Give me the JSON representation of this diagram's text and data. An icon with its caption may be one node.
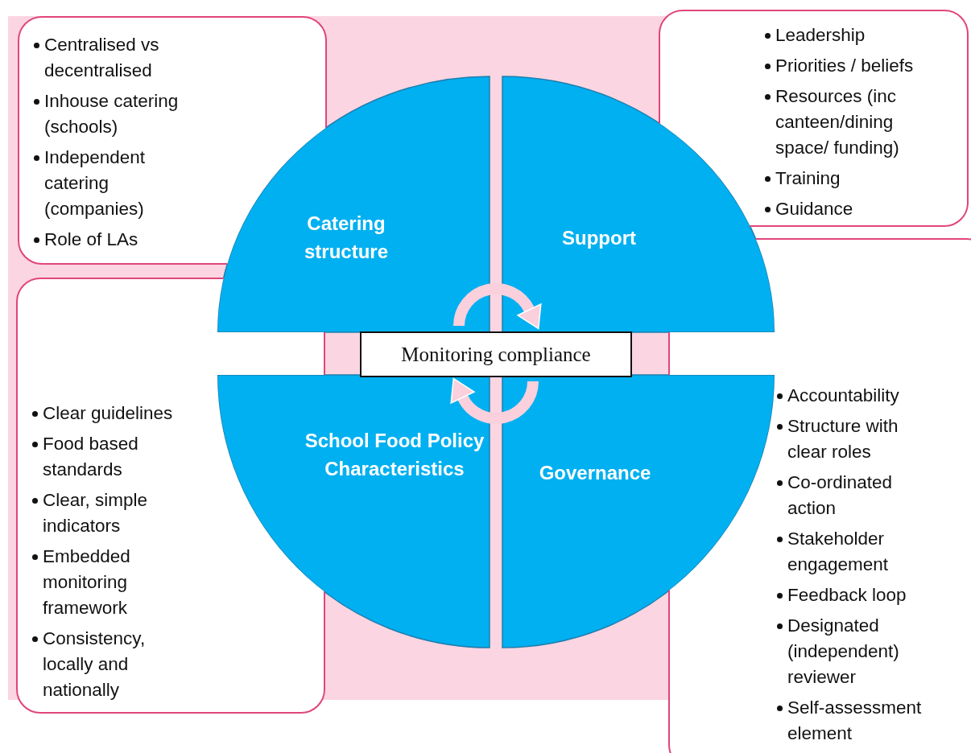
{
  "diagram": {
    "nodes": [
      {
        "text": [
          "Catering structure"
        ]
      },
      {
        "text": [
          "Support"
        ]
      },
      {
        "text": [
          "Monitoring compliance"
        ]
      },
      {
        "text": [
          "School Food Policy Characteristics"
        ]
      },
      {
        "text": [
          "Governance"
        ]
      },
      {
        "text": [
          "Centralised vs decentralised",
          "Inhouse catering (schools)",
          "Independent catering (companies)",
          "Role of LAs"
        ]
      },
      {
        "text": [
          "Leadership",
          "Priorities / beliefs",
          "Resources (inc canteen/dining space/ funding)",
          "Training",
          "Guidance"
        ]
      },
      {
        "text": [
          "Clear guidelines",
          "Food based standards",
          "Clear, simple indicators",
          "Embedded monitoring framework",
          "Consistency, locally and nationally"
        ]
      },
      {
        "text": [
          "Accountability",
          "Structure with clear roles",
          "Co-ordinated action",
          "Stakeholder engagement",
          "Feedback loop",
          "Designated (independent) reviewer",
          "Self-assessment element"
        ]
      }
    ],
    "edges": [
      {
        "from": 0,
        "to": 1,
        "arrow": "to"
      },
      {
        "from": 4,
        "to": 3,
        "arrow": "to"
      }
    ]
  }
}
